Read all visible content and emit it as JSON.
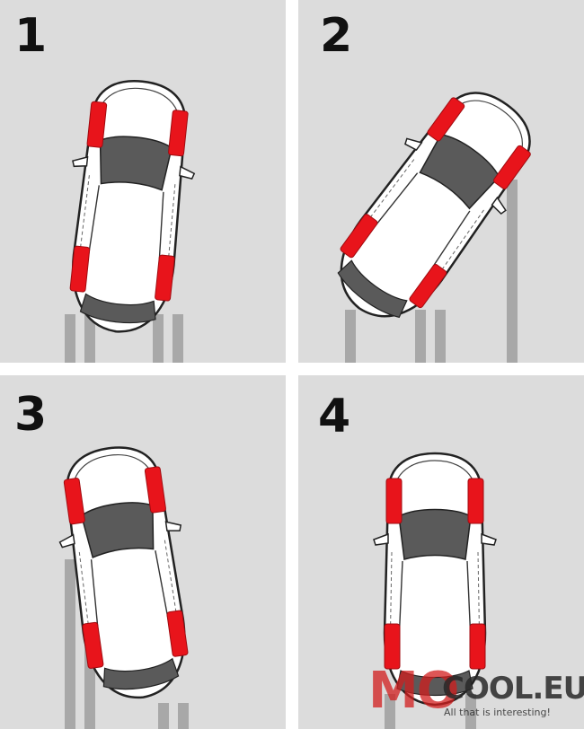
{
  "panels": [
    {
      "number": "1"
    },
    {
      "number": "2"
    },
    {
      "number": "3"
    },
    {
      "number": "4"
    }
  ],
  "watermark": {
    "brand_red": "MO",
    "brand_dark": "COOL.EU",
    "tagline": "All that is interesting!"
  },
  "colors": {
    "panel_background": "#dcdcdc",
    "tire_highlight": "#e8141b",
    "track_marks": "#a8a8a8",
    "car_body": "#ffffff",
    "windshield": "#5a5a5a"
  },
  "icons": [
    "car-top-view-icon",
    "tire-track-icon"
  ]
}
